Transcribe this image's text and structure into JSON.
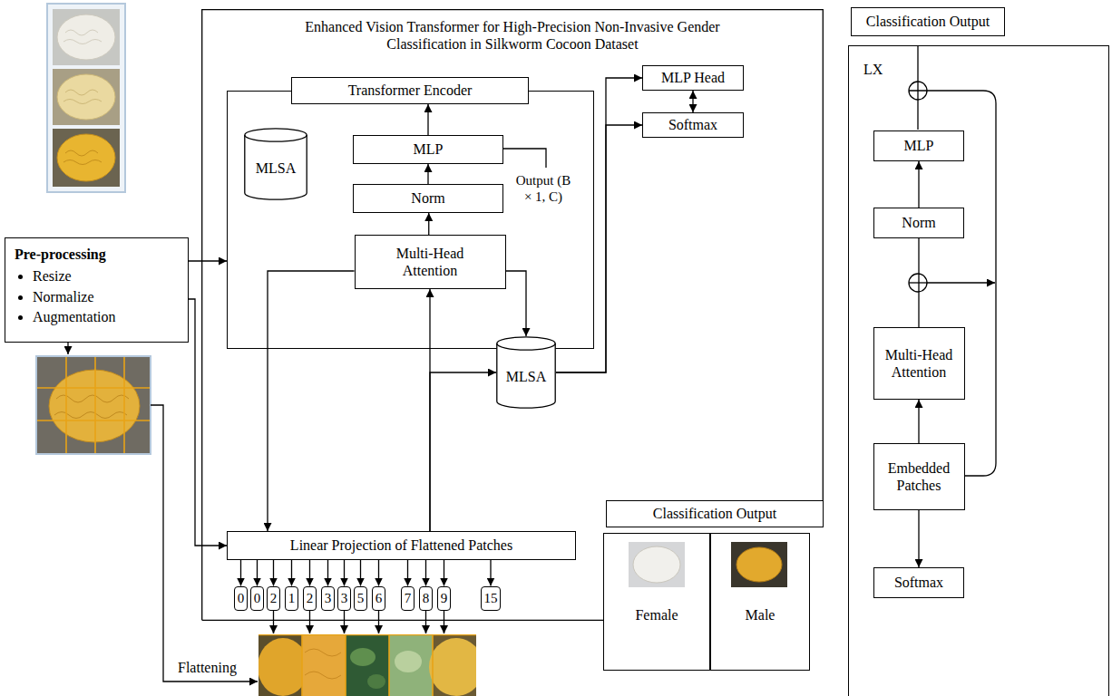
{
  "diagram": {
    "nodes": [
      {
        "text": [
          "Enhanced Vision Transformer for High-Precision Non-Invasive Gender Classification in Silkworm Cocoon Dataset"
        ]
      },
      {
        "text": [
          "Transformer Encoder"
        ],
        "in": 0
      },
      {
        "text": [
          "MLSA"
        ],
        "in": 1
      },
      {
        "text": [
          "MLP"
        ],
        "in": 1
      },
      {
        "text": [
          "Norm"
        ],
        "in": 1
      },
      {
        "text": [
          "Multi-Head Attention"
        ],
        "in": 1
      },
      {
        "text": [
          "MLSA"
        ],
        "in": 1
      },
      {
        "text": [
          "MLP Head"
        ],
        "in": 0
      },
      {
        "text": [
          "Softmax"
        ],
        "in": 0
      },
      {
        "text": [
          "Pre-processing",
          "Resize",
          "Normalize",
          "Augmentation"
        ]
      },
      {
        "text": [
          "Linear Projection of Flattened Patches"
        ],
        "in": 0
      },
      {
        "text": [
          "0"
        ],
        "in": 0
      },
      {
        "text": [
          "0"
        ],
        "in": 0
      },
      {
        "text": [
          "2"
        ],
        "in": 0
      },
      {
        "text": [
          "1"
        ],
        "in": 0
      },
      {
        "text": [
          "2"
        ],
        "in": 0
      },
      {
        "text": [
          "3"
        ],
        "in": 0
      },
      {
        "text": [
          "3"
        ],
        "in": 0
      },
      {
        "text": [
          "5"
        ],
        "in": 0
      },
      {
        "text": [
          "6"
        ],
        "in": 0
      },
      {
        "text": [
          "7"
        ],
        "in": 0
      },
      {
        "text": [
          "8"
        ],
        "in": 0
      },
      {
        "text": [
          "9"
        ],
        "in": 0
      },
      {
        "text": [
          "15"
        ],
        "in": 0
      },
      {
        "text": [
          "Classification Output"
        ]
      },
      {
        "text": [
          "Female"
        ]
      },
      {
        "text": [
          "Male"
        ]
      },
      {
        "text": [
          "Classification Output"
        ]
      },
      {
        "text": [
          "LX"
        ]
      },
      {
        "text": [
          "MLP"
        ],
        "in": 28
      },
      {
        "text": [
          "Norm"
        ],
        "in": 28
      },
      {
        "text": [
          "Multi-Head Attention"
        ],
        "in": 28
      },
      {
        "text": [
          "Embedded Patches"
        ],
        "in": 28
      },
      {
        "text": [
          "Softmax"
        ],
        "in": 28
      }
    ],
    "edges": [
      {
        "from": 9,
        "to": 1,
        "arrow": "to"
      },
      {
        "from": 9,
        "to": 10,
        "arrow": "to"
      },
      {
        "from": 10,
        "to": 5,
        "arrow": "to"
      },
      {
        "from": 10,
        "to": 6,
        "arrow": "to"
      },
      {
        "from": 5,
        "to": 10,
        "arrow": "to"
      },
      {
        "from": 5,
        "to": 6,
        "arrow": "to"
      },
      {
        "from": 5,
        "to": 4,
        "arrow": "to"
      },
      {
        "from": 4,
        "to": 3,
        "arrow": "to"
      },
      {
        "from": 3,
        "to": 1,
        "arrow": "to"
      },
      {
        "from": 6,
        "to": 7,
        "arrow": "to"
      },
      {
        "from": 6,
        "to": 8,
        "arrow": "to"
      },
      {
        "from": 7,
        "to": 8,
        "arrow": "both"
      },
      {
        "from": 10,
        "to": 11,
        "arrow": "to"
      },
      {
        "from": 10,
        "to": 12,
        "arrow": "to"
      },
      {
        "from": 10,
        "to": 13,
        "arrow": "to"
      },
      {
        "from": 10,
        "to": 14,
        "arrow": "to"
      },
      {
        "from": 10,
        "to": 15,
        "arrow": "to"
      },
      {
        "from": 10,
        "to": 16,
        "arrow": "to"
      },
      {
        "from": 10,
        "to": 17,
        "arrow": "to"
      },
      {
        "from": 10,
        "to": 18,
        "arrow": "to"
      },
      {
        "from": 10,
        "to": 19,
        "arrow": "to"
      },
      {
        "from": 10,
        "to": 20,
        "arrow": "to"
      },
      {
        "from": 10,
        "to": 21,
        "arrow": "to"
      },
      {
        "from": 10,
        "to": 22,
        "arrow": "to"
      },
      {
        "from": 10,
        "to": 23,
        "arrow": "to"
      },
      {
        "from": 31,
        "to": 30,
        "arrow": "none"
      },
      {
        "from": 30,
        "to": 29,
        "arrow": "to"
      },
      {
        "from": 32,
        "to": 31,
        "arrow": "to"
      },
      {
        "from": 32,
        "to": 33,
        "arrow": "to"
      }
    ],
    "labels": [
      "Output (B × 1, C)",
      "Flattening"
    ]
  }
}
